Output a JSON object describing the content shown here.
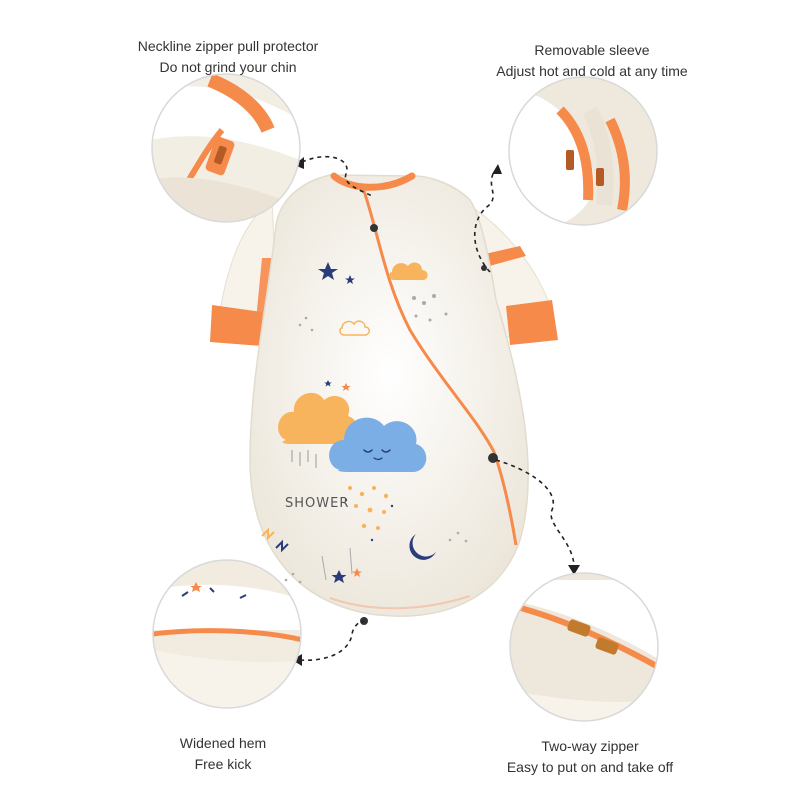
{
  "features": {
    "neckline": {
      "title": "Neckline zipper pull protector",
      "subtitle": "Do not grind your chin"
    },
    "sleeve": {
      "title": "Removable sleeve",
      "subtitle": "Adjust hot and cold at any time"
    },
    "hem": {
      "title": "Widened hem",
      "subtitle": "Free kick"
    },
    "zipper": {
      "title": "Two-way zipper",
      "subtitle": "Easy to put on and take off"
    }
  },
  "product": {
    "print_text": "SHOWER",
    "colors": {
      "trim": "#f58a4b",
      "body": "#fbf7ef",
      "cloud_blue": "#7aaee5",
      "cloud_orange": "#f7b45c",
      "navy": "#2a3d7a"
    }
  }
}
